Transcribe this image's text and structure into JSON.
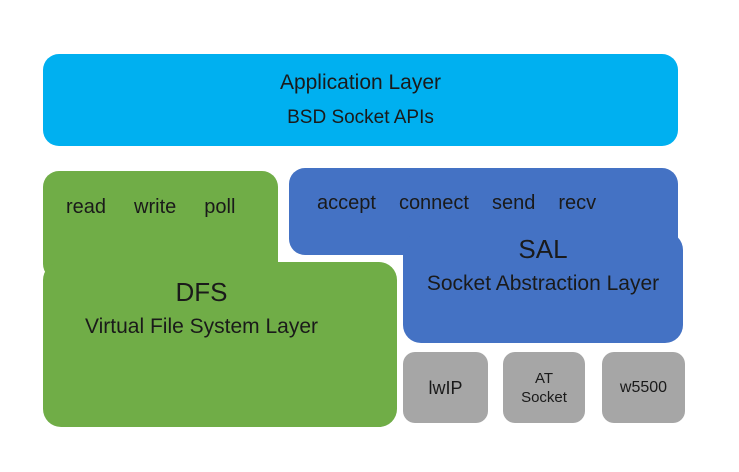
{
  "colors": {
    "app_layer": "#00b0f0",
    "dfs_layer": "#70ad47",
    "sal_layer": "#4472c4",
    "driver_box": "#a6a6a6",
    "text": "#1a1a1a",
    "background": "#ffffff"
  },
  "app_layer": {
    "title": "Application Layer",
    "subtitle": "BSD Socket APIs"
  },
  "dfs": {
    "functions": [
      "read",
      "write",
      "poll"
    ],
    "title": "DFS",
    "subtitle": "Virtual File System Layer"
  },
  "sal": {
    "functions": [
      "accept",
      "connect",
      "send",
      "recv"
    ],
    "title": "SAL",
    "subtitle": "Socket Abstraction Layer"
  },
  "drivers": [
    {
      "lines": [
        "lwIP"
      ]
    },
    {
      "lines": [
        "AT",
        "Socket"
      ]
    },
    {
      "lines": [
        "w5500"
      ]
    }
  ]
}
